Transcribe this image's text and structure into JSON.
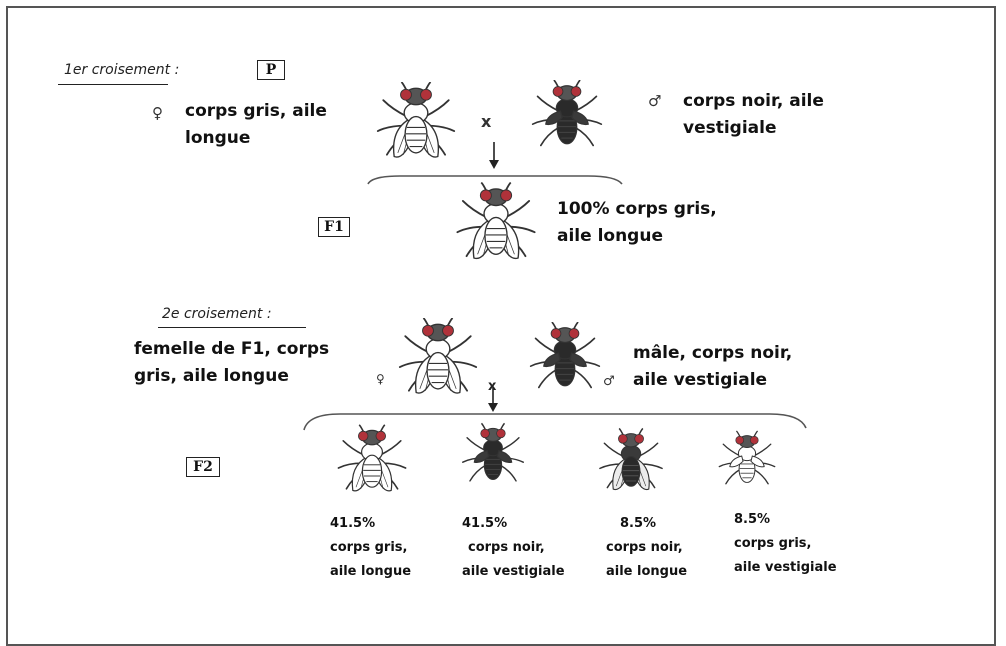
{
  "cross1": {
    "header": "1er croisement :",
    "gen_label": "P",
    "female_symbol": "♀",
    "female_line1": "corps gris, aile",
    "female_line2": "longue",
    "times": "x",
    "male_symbol": "♂",
    "male_line1": "corps noir, aile",
    "male_line2": "vestigiale",
    "f1_label": "F1",
    "f1_line1": "100% corps gris,",
    "f1_line2": "aile longue"
  },
  "cross2": {
    "header": "2e croisement :",
    "female_line1": "femelle de F1, corps",
    "female_line2": "gris, aile longue",
    "female_symbol": "♀",
    "times": "x",
    "male_symbol": "♂",
    "male_line1": "mâle, corps noir,",
    "male_line2": "aile vestigiale",
    "f2_label": "F2"
  },
  "f2_results": [
    {
      "percent": "41.5%",
      "line1": "corps gris,",
      "line2": "aile longue"
    },
    {
      "percent": "41.5%",
      "line1": "corps noir,",
      "line2": "aile vestigiale"
    },
    {
      "percent": "8.5%",
      "line1": "corps noir,",
      "line2": "aile longue"
    },
    {
      "percent": "8.5%",
      "line1": "corps gris,",
      "line2": "aile vestigiale"
    }
  ],
  "colors": {
    "eye": "#b0323a",
    "dark_body": "#2a2a2a",
    "light_body": "#ffffff",
    "line": "#333333"
  }
}
